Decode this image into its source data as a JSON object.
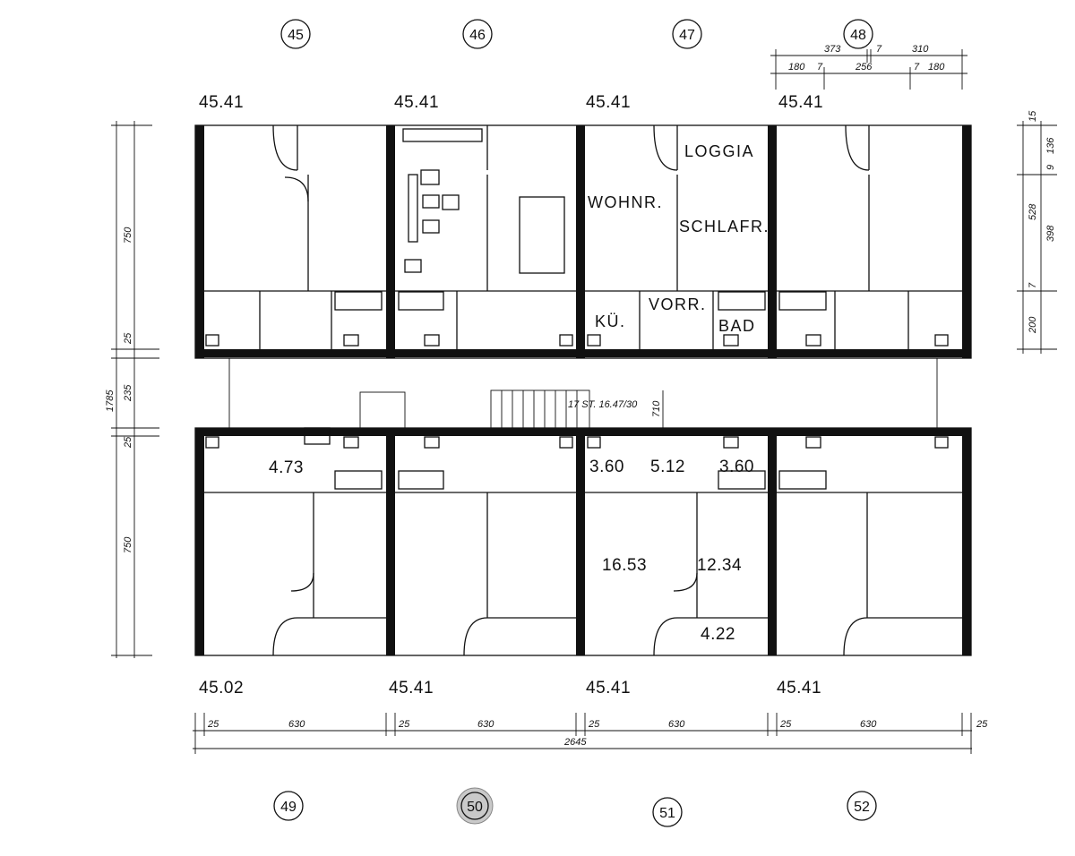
{
  "unit_numbers_top": [
    "45",
    "46",
    "47",
    "48"
  ],
  "unit_numbers_bottom": [
    "49",
    "50",
    "51",
    "52"
  ],
  "highlighted_unit": "50",
  "areas_top": [
    "45.41",
    "45.41",
    "45.41",
    "45.41"
  ],
  "areas_bottom": [
    "45.02",
    "45.41",
    "45.41",
    "45.41"
  ],
  "room_labels": {
    "loggia": "LOGGIA",
    "wohnraum": "WOHNR.",
    "schlafraum": "SCHLAFR.",
    "vorraum": "VORR.",
    "kueche": "KÜ.",
    "bad": "BAD"
  },
  "room_areas": {
    "a1": "4.73",
    "a2": "3.60",
    "a3": "5.12",
    "a4": "3.60",
    "a5": "16.53",
    "a6": "12.34",
    "a7": "4.22"
  },
  "stair_note": "17 ST. 16.47/30",
  "stair_dim": "710",
  "dims_top": [
    "373",
    "7",
    "310",
    "180",
    "7",
    "256",
    "7",
    "180"
  ],
  "dims_right": [
    "15",
    "9",
    "136",
    "528",
    "398",
    "7",
    "200"
  ],
  "dims_left": [
    "750",
    "25",
    "1785",
    "235",
    "25",
    "750"
  ],
  "dims_bottom_row": [
    "25",
    "630",
    "25",
    "630",
    "25",
    "630",
    "25",
    "630",
    "25"
  ],
  "dim_total": "2645"
}
